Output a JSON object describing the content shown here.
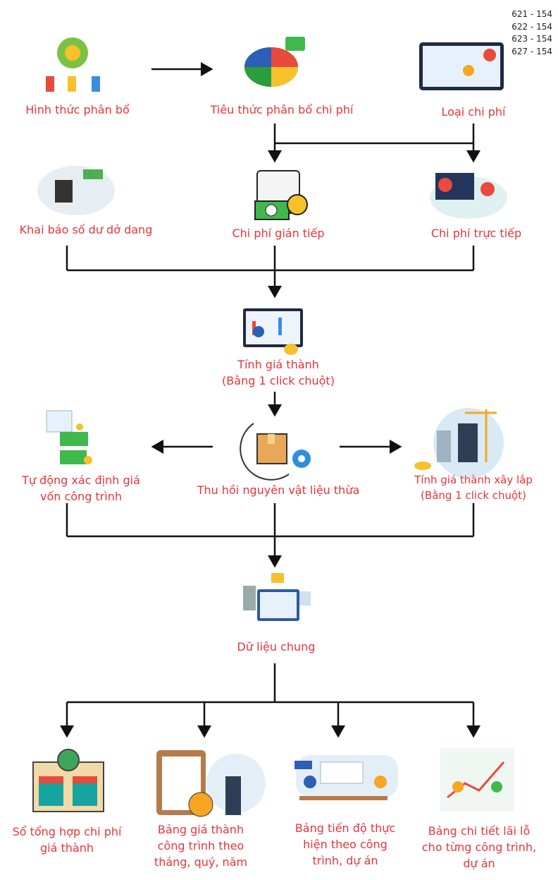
{
  "account_codes": [
    "621 - 154",
    "622 - 154",
    "623 - 154",
    "627 - 154"
  ],
  "nodes": {
    "hinh_thuc": "Hình thức phân bổ",
    "tieu_thuc": "Tiêu thức phân bổ chi phí",
    "loai_chi_phi": "Loại chi phí",
    "khai_bao": "Khai báo số dư dở dang",
    "gian_tiep": "Chi phí gián tiếp",
    "truc_tiep": "Chi phí trực tiếp",
    "tinh_gia": [
      "Tính giá thành",
      "(Bằng 1 click chuột)"
    ],
    "tu_dong": [
      "Tự động xác định giá",
      "vốn công trình"
    ],
    "thu_hoi": "Thu hồi nguyên vật liệu thừa",
    "xay_lap": [
      "Tính giá thành xây lắp",
      "(Bằng 1 click chuột)"
    ],
    "du_lieu": "Dữ liệu chung",
    "so_tong_hop": [
      "Sổ tổng hợp chi phí",
      "giá thành"
    ],
    "bang_gia": [
      "Bảng giá thành",
      "công trình theo",
      "tháng, quý, năm"
    ],
    "bang_tien_do": [
      "Bảng tiến độ thực",
      "hiện theo công",
      "trình, dự án"
    ],
    "bang_lai_lo": [
      "Bảng chi tiết lãi lỗ",
      "cho từng công trình,",
      "dự án"
    ]
  },
  "colors": {
    "label": "#e8343a",
    "line": "#111111"
  }
}
